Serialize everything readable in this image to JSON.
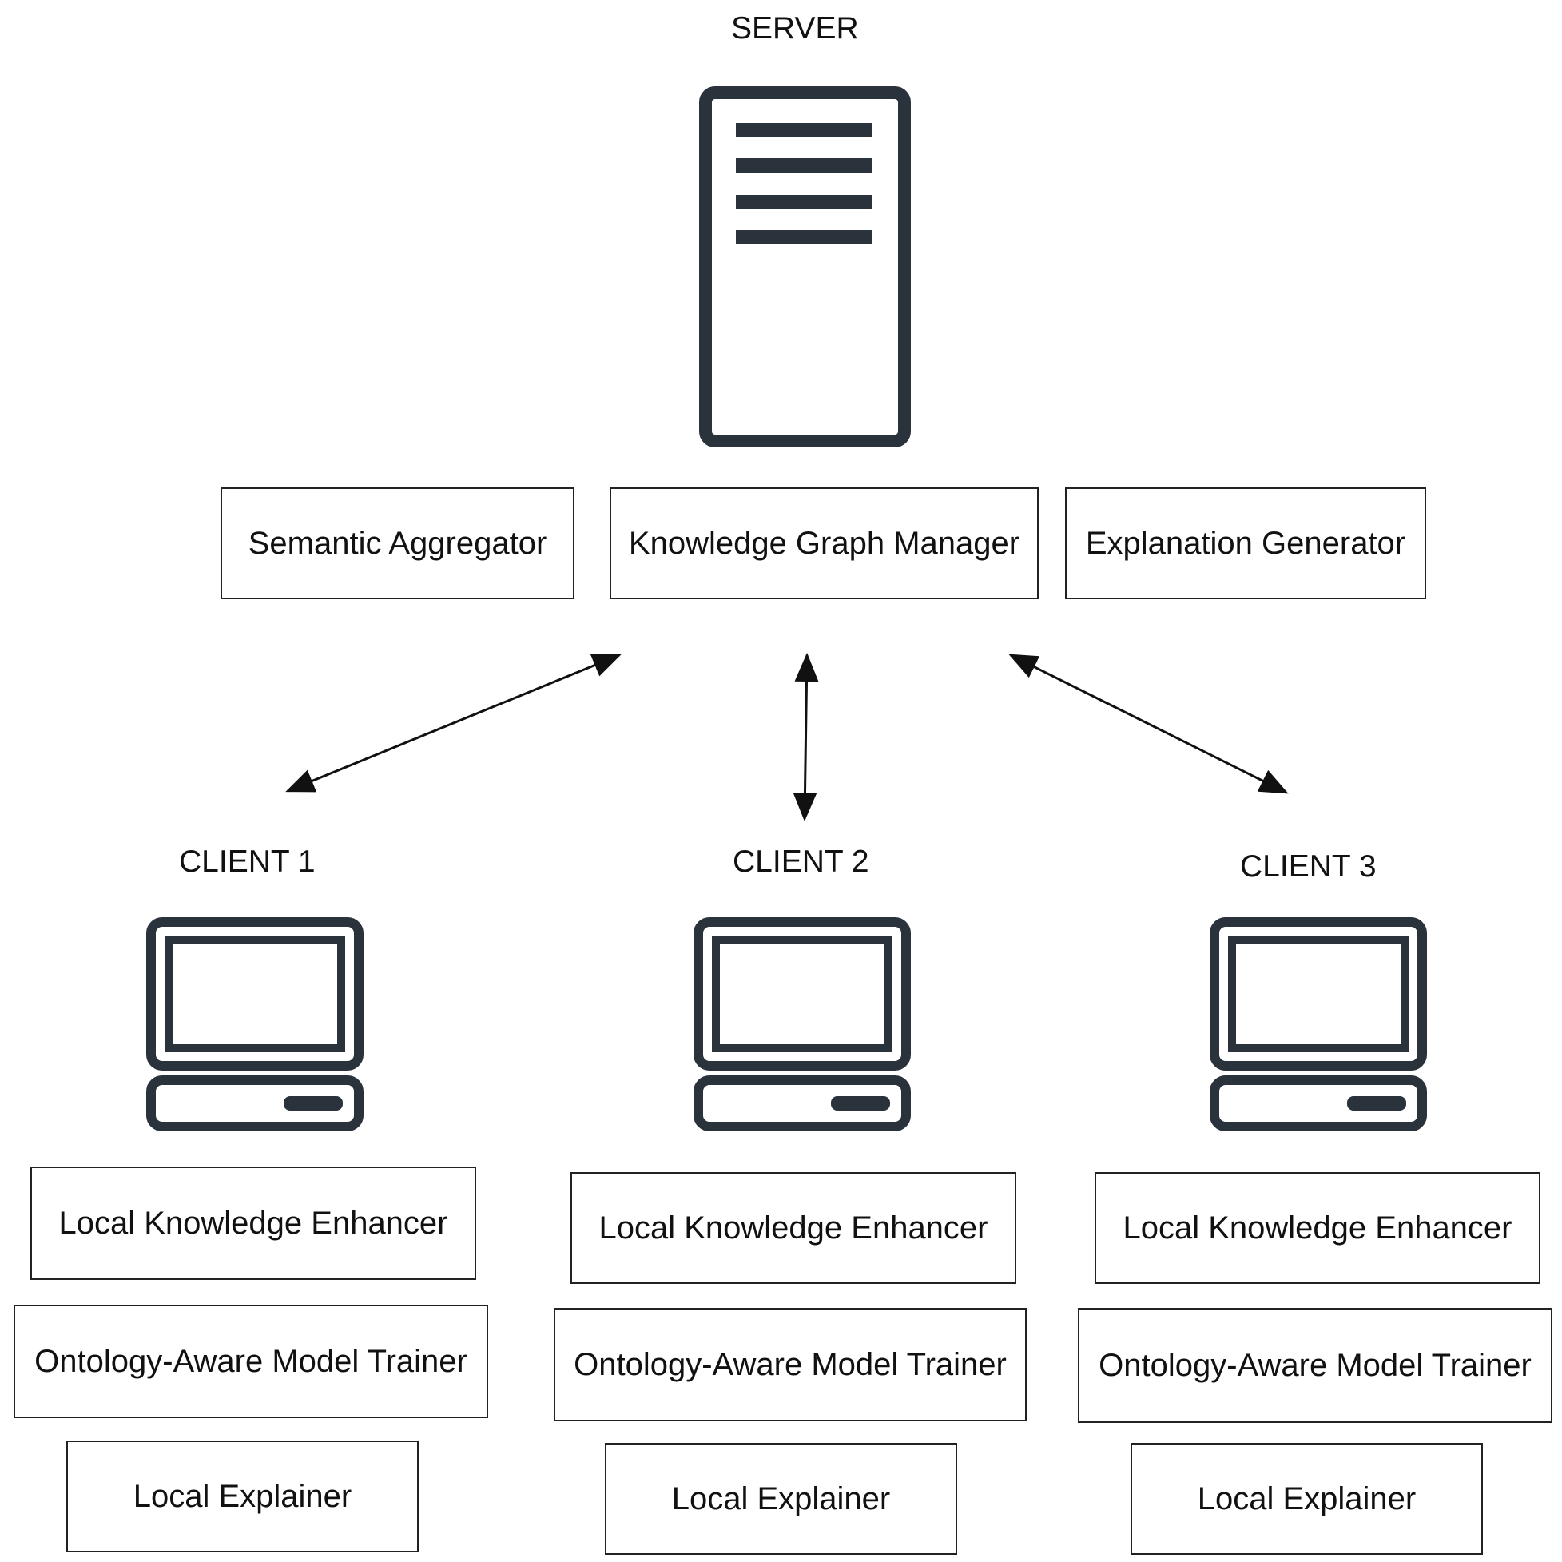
{
  "server": {
    "title": "SERVER",
    "icon": "server-icon",
    "components": [
      "Semantic Aggregator",
      "Knowledge Graph Manager",
      "Explanation Generator"
    ]
  },
  "clients": [
    {
      "title": "CLIENT 1",
      "icon": "computer-icon",
      "components": [
        "Local Knowledge Enhancer",
        "Ontology-Aware Model Trainer",
        "Local Explainer"
      ]
    },
    {
      "title": "CLIENT 2",
      "icon": "computer-icon",
      "components": [
        "Local Knowledge Enhancer",
        "Ontology-Aware Model Trainer",
        "Local Explainer"
      ]
    },
    {
      "title": "CLIENT 3",
      "icon": "computer-icon",
      "components": [
        "Local Knowledge Enhancer",
        "Ontology-Aware Model Trainer",
        "Local Explainer"
      ]
    }
  ],
  "colors": {
    "icon": "#2a323c",
    "stroke": "#222222",
    "text": "#111111"
  }
}
